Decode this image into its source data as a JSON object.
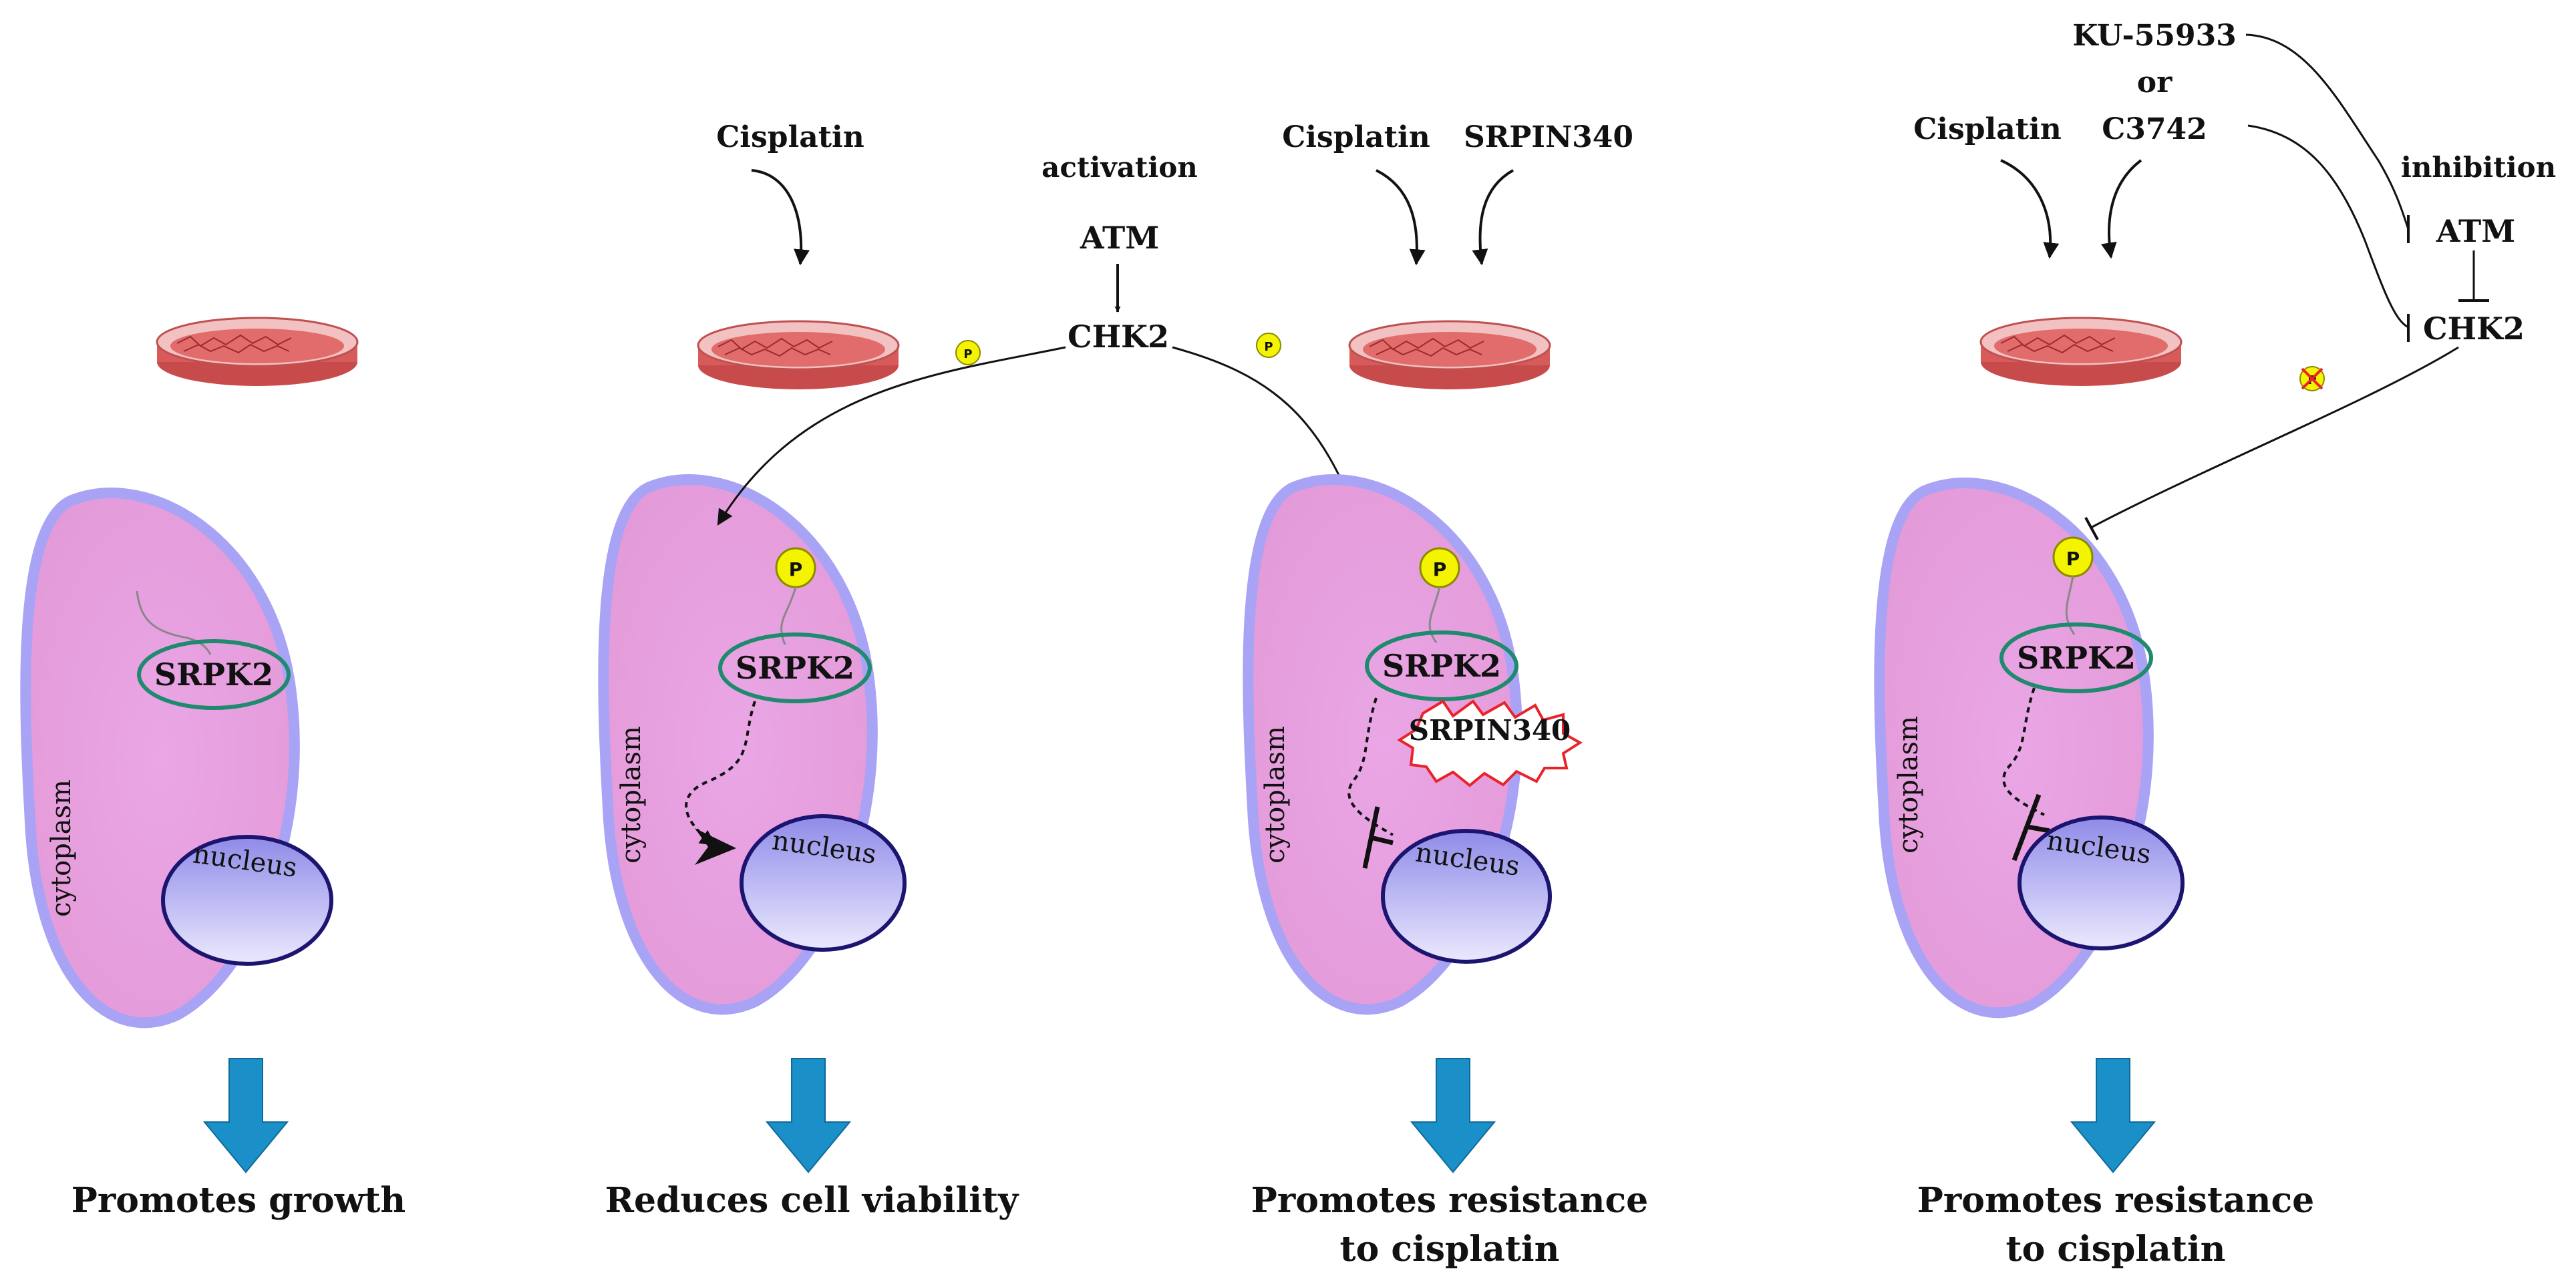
{
  "colors": {
    "cell_fill": "#eaa3e4",
    "cell_border": "#a8a3f5",
    "nucleus_fill": "#b8b4f2",
    "srpk2_border": "#1f8a6e",
    "phospho_fill": "#f4f400",
    "down_arrow": "#1a8fc8",
    "dish": "#e07070",
    "srpin_border": "#e8232a"
  },
  "labels": {
    "srpk2": "SRPK2",
    "nucleus": "nucleus",
    "cytoplasm": "cytoplasm",
    "phospho": "P",
    "cisplatin": "Cisplatin",
    "srpin340": "SRPIN340",
    "activation": "activation",
    "inhibition": "inhibition",
    "atm": "ATM",
    "chk2": "CHK2",
    "ku": "KU-55933",
    "or": "or",
    "c3742": "C3742"
  },
  "panels": [
    {
      "caption_lines": [
        "Promotes growth"
      ]
    },
    {
      "caption_lines": [
        "Reduces cell viability"
      ]
    },
    {
      "caption_lines": [
        "Promotes resistance",
        "to cisplatin"
      ]
    },
    {
      "caption_lines": [
        "Promotes resistance",
        "to cisplatin"
      ]
    }
  ]
}
